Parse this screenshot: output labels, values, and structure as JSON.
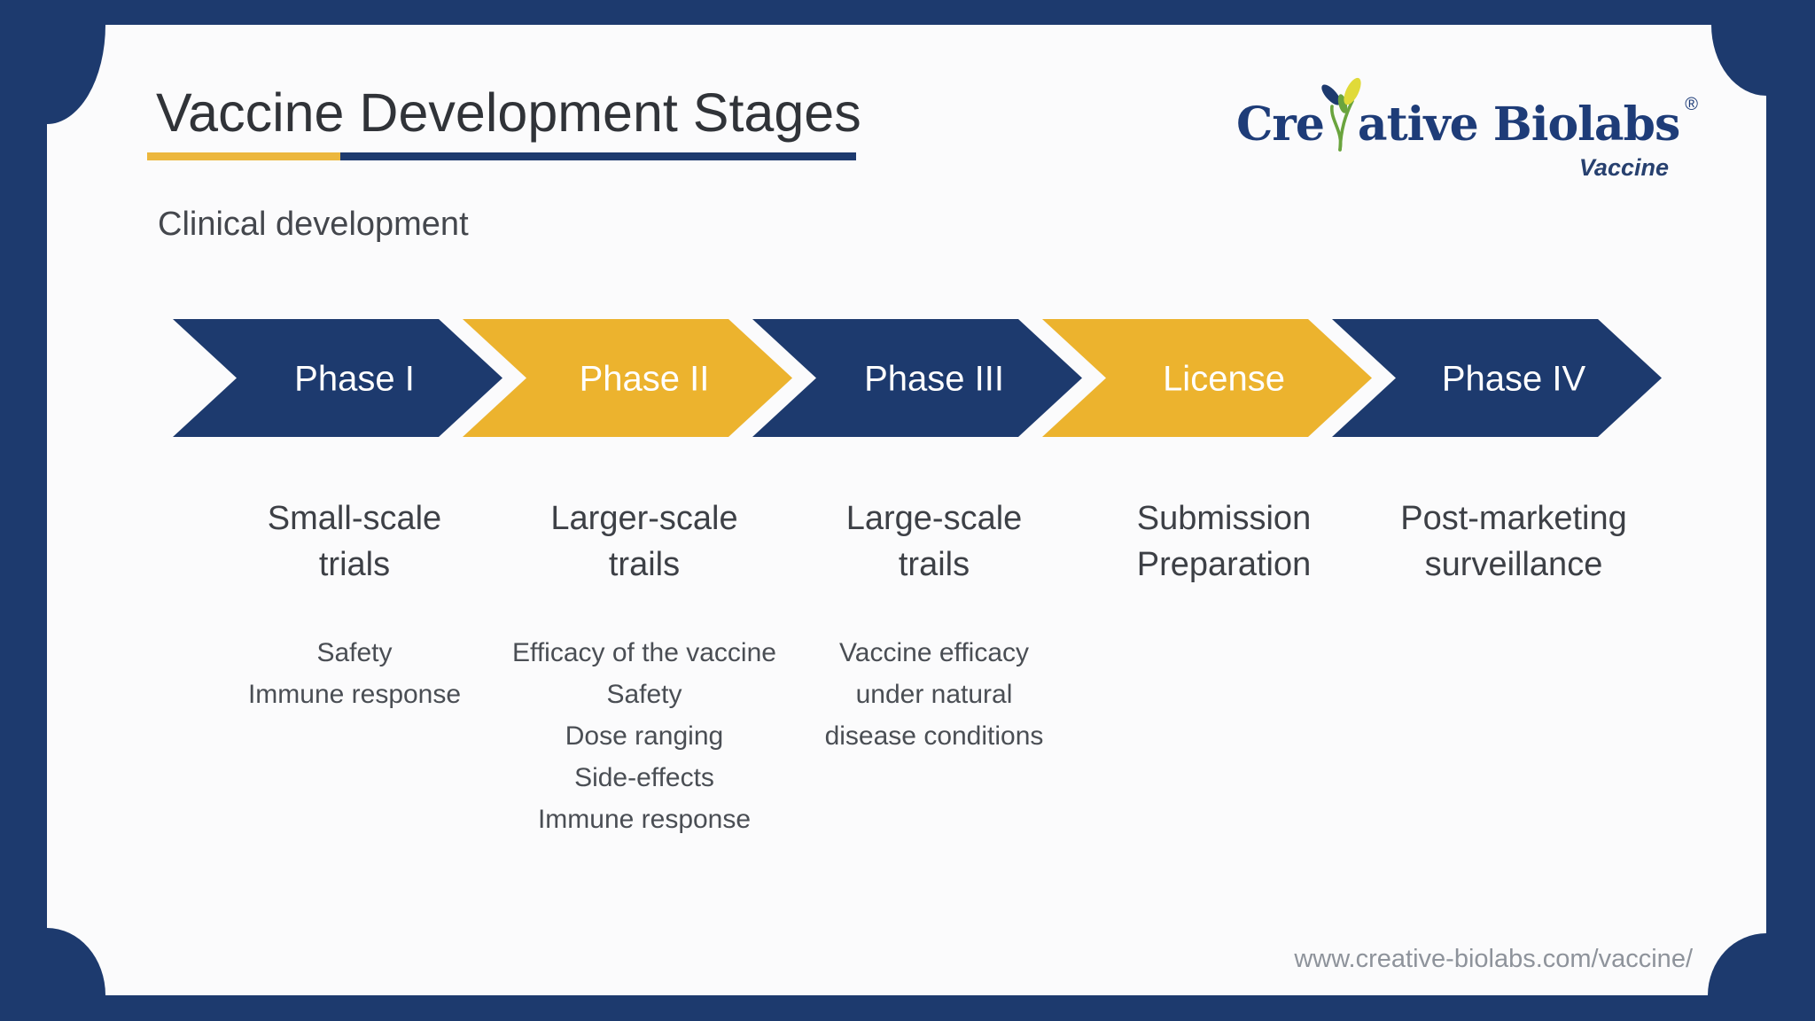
{
  "page": {
    "title": "Vaccine Development Stages",
    "subtitle": "Clinical development",
    "url": "www.creative-biolabs.com/vaccine/"
  },
  "logo": {
    "brand_pre": "Cre",
    "brand_post": "ative Biolabs",
    "registered": "®",
    "division": "Vaccine",
    "sprout_icon": "sprout-leaves-icon"
  },
  "colors": {
    "navy": "#1d3a6e",
    "gold": "#ecb32e",
    "frame": "#1d3a6e",
    "panel": "#fbfbfc",
    "arrow_label": "#ffffff",
    "title_text": "#303338",
    "heading_text": "#3d4046",
    "detail_text": "#4a4e54",
    "url_text": "#8e939b",
    "leaf_green": "#6aa43e",
    "leaf_yellow": "#e0da39"
  },
  "stages": [
    {
      "label": "Phase I",
      "color": "navy",
      "heading_lines": [
        "Small-scale",
        "trials"
      ],
      "detail_lines": [
        "Safety",
        "Immune response"
      ]
    },
    {
      "label": "Phase II",
      "color": "gold",
      "heading_lines": [
        "Larger-scale",
        "trails"
      ],
      "detail_lines": [
        "Efficacy of the vaccine",
        "Safety",
        "Dose ranging",
        "Side-effects",
        "Immune response"
      ]
    },
    {
      "label": "Phase III",
      "color": "navy",
      "heading_lines": [
        "Large-scale",
        "trails"
      ],
      "detail_lines": [
        "Vaccine efficacy",
        "under natural",
        "disease conditions"
      ]
    },
    {
      "label": "License",
      "color": "gold",
      "heading_lines": [
        "Submission",
        "Preparation"
      ],
      "detail_lines": []
    },
    {
      "label": "Phase IV",
      "color": "navy",
      "heading_lines": [
        "Post-marketing",
        "surveillance"
      ],
      "detail_lines": []
    }
  ]
}
